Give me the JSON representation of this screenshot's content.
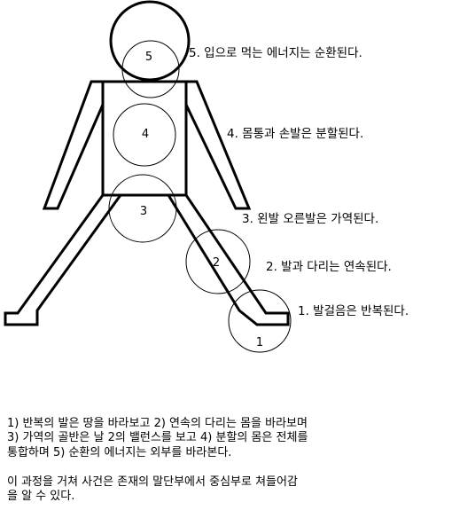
{
  "diagram": {
    "circle_numbers": [
      "5",
      "4",
      "3",
      "2",
      "1"
    ],
    "labels": [
      "5. 입으로 먹는 에너지는 순환된다.",
      "4. 몸통과 손발은 분할된다.",
      "3. 왼발 오른발은 가역된다.",
      "2. 발과 다리는 연속된다.",
      "1. 발걸음은 반복된다."
    ]
  },
  "text": {
    "paragraph1": [
      "1) 반복의 발은 땅을 바라보고 2) 연속의 다리는 몸을 바라보며",
      "3) 가역의 골반은 날 2의 밸런스를 보고 4) 분할의 몸은 전체를",
      "통합하며 5) 순환의 에너지는 외부를 바라본다."
    ],
    "paragraph2": [
      "이 과정을 거쳐 사건은 존재의 말단부에서 중심부로 쳐들어감",
      "을 알 수 있다."
    ]
  }
}
